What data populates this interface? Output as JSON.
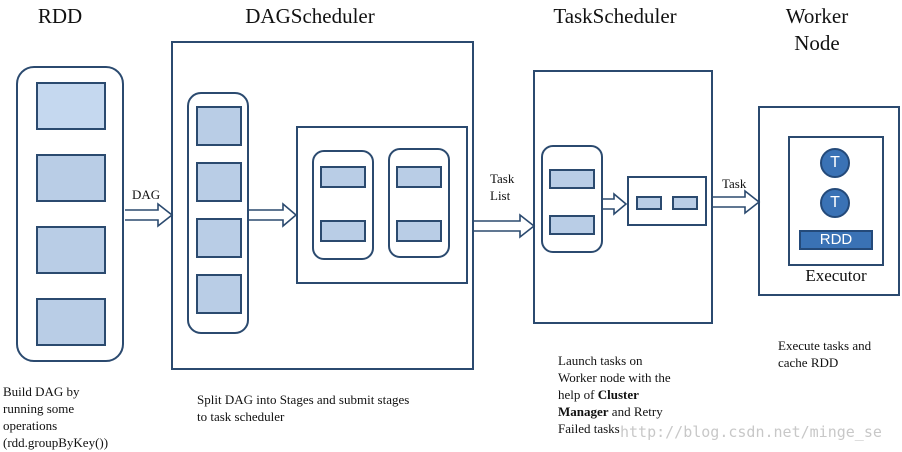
{
  "headers": {
    "rdd": "RDD",
    "dag_scheduler": "DAGScheduler",
    "task_scheduler": "TaskScheduler",
    "worker_node_line1": "Worker",
    "worker_node_line2": "Node"
  },
  "arrows": {
    "dag": "DAG",
    "task_list_line1": "Task",
    "task_list_line2": "List",
    "task": "Task"
  },
  "worker": {
    "task_circle_1": "T",
    "task_circle_2": "T",
    "rdd_bar": "RDD",
    "executor": "Executor"
  },
  "notes": {
    "rdd": [
      "Build DAG by",
      "running some",
      "operations",
      "(rdd.groupByKey())"
    ],
    "dag_scheduler": [
      "Split DAG into Stages and submit stages",
      "to task scheduler"
    ],
    "task_scheduler": {
      "line1": "Launch tasks on",
      "line2": "Worker node with the",
      "line3_pre": "help of ",
      "line3_bold": "Cluster",
      "line4_bold": "Manager",
      "line4_post": " and Retry",
      "line5": "Failed tasks"
    },
    "worker": [
      "Execute tasks and",
      "cache RDD"
    ]
  },
  "watermark": "http://blog.csdn.net/minge_se",
  "colors": {
    "border": "#2b4a6f",
    "block_fill": "#b9cde6",
    "task_fill": "#3a72b5"
  }
}
